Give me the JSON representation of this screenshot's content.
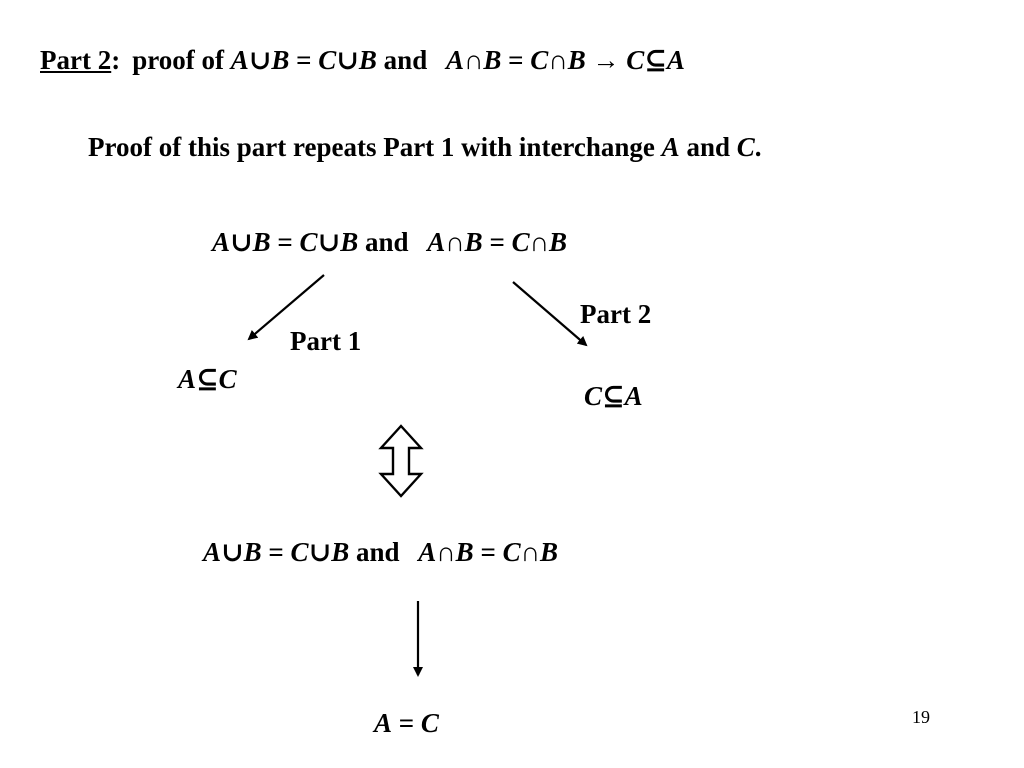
{
  "title": {
    "part": "Part 2",
    "colon": ":",
    "proof_of": "proof of",
    "A1": "A",
    "cup1": "∪",
    "B1": "B",
    "eq1": "=",
    "C1": "C",
    "cup2": "∪",
    "B2": "B",
    "and": "and",
    "A2": "A",
    "cap1": "∩",
    "B3": "B",
    "eq2": "=",
    "C2": "C",
    "cap2": "∩",
    "B4": "B",
    "implies": "→",
    "C3": "C",
    "subseteq": "⊆",
    "A3": "A"
  },
  "intro": {
    "text": "Proof of this part repeats  Part 1 with interchange",
    "A": "A",
    "and": "and",
    "C": "C",
    "period": "."
  },
  "premise": {
    "A1": "A",
    "cup1": "∪",
    "B1": "B",
    "eq1": "=",
    "C1": "C",
    "cup2": "∪",
    "B2": "B",
    "and": "and",
    "A2": "A",
    "cap1": "∩",
    "B3": "B",
    "eq2": "=",
    "C2": "C",
    "cap2": "∩",
    "B4": "B"
  },
  "branch_left": {
    "label": "Part 1",
    "A": "A",
    "subseteq": "⊆",
    "C": "C"
  },
  "branch_right": {
    "label": "Part 2",
    "C": "C",
    "subseteq": "⊆",
    "A": "A"
  },
  "equivalent": {
    "A1": "A",
    "cup1": "∪",
    "B1": "B",
    "eq1": "=",
    "C1": "C",
    "cup2": "∪",
    "B2": "B",
    "and": "and",
    "A2": "A",
    "cap1": "∩",
    "B3": "B",
    "eq2": "=",
    "C2": "C",
    "cap2": "∩",
    "B4": "B"
  },
  "conclusion": {
    "A": "A",
    "eq": "=",
    "C": "C"
  },
  "page_number": "19",
  "colors": {
    "text": "#000000",
    "background": "#ffffff"
  }
}
